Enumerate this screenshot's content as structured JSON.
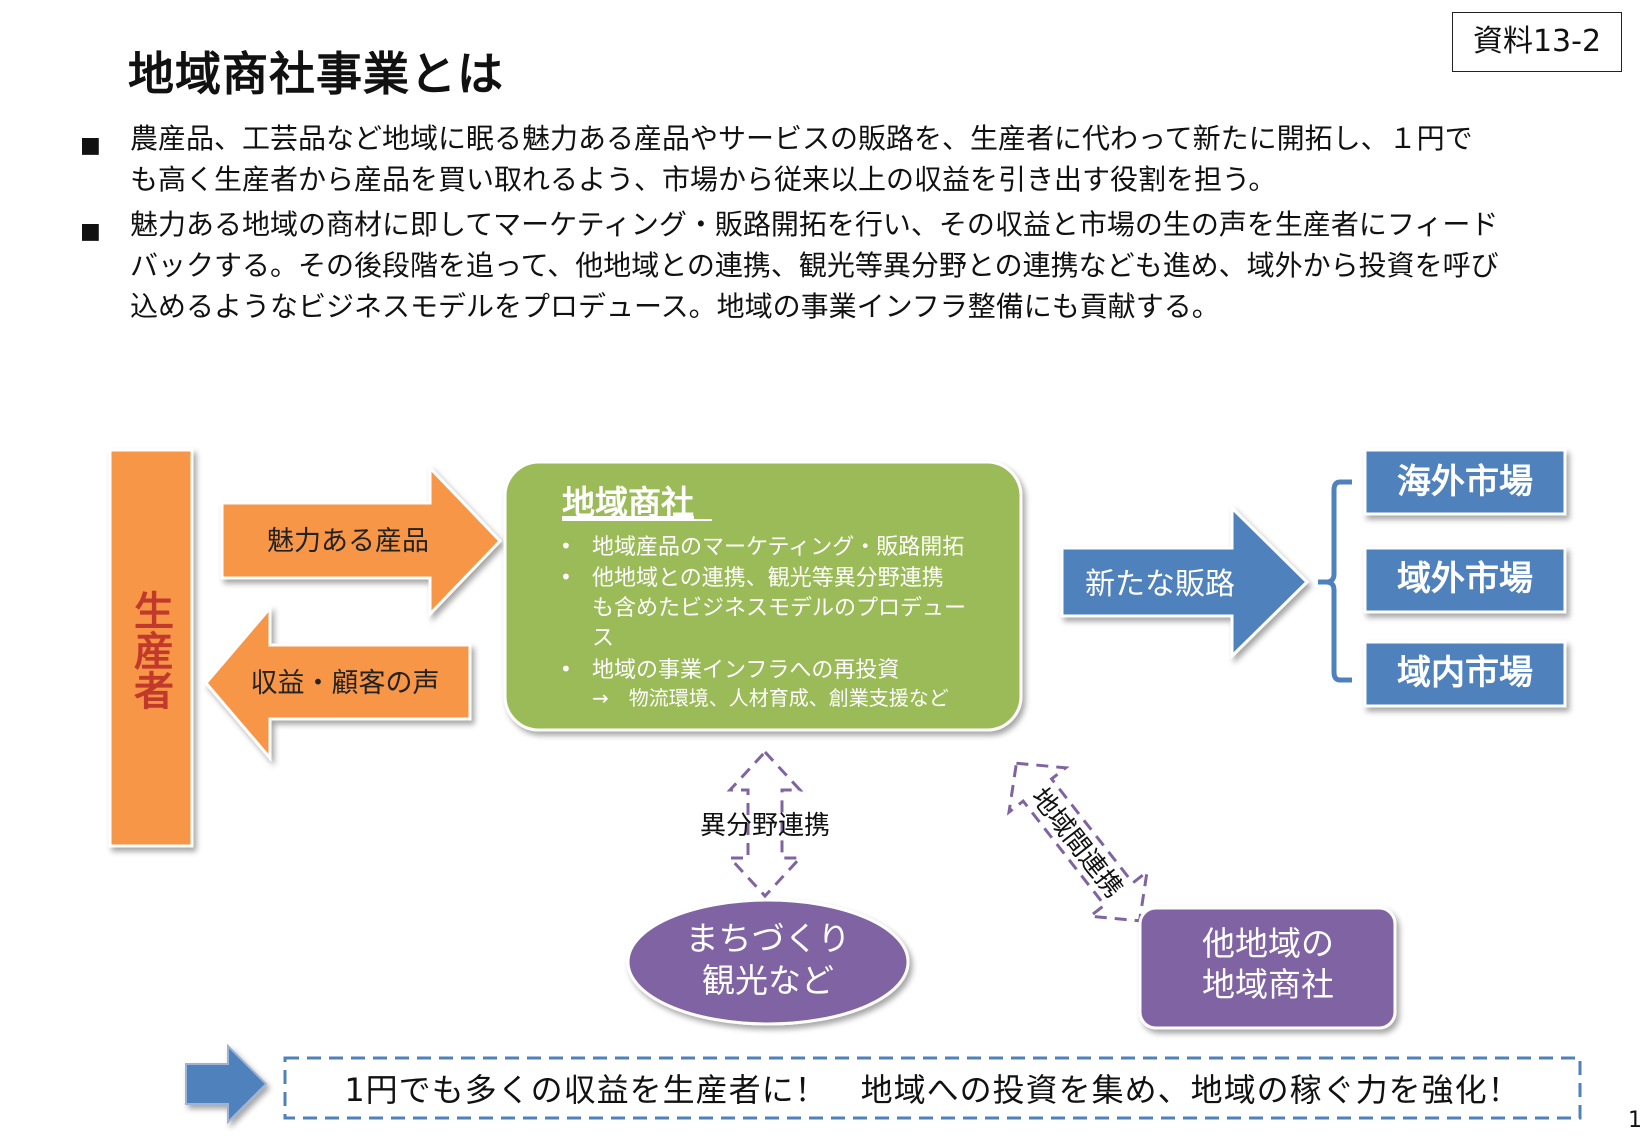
{
  "doc_id": "資料13-2",
  "title": "地域商社事業とは",
  "bullets": [
    {
      "line1": "農産品、工芸品など地域に眠る魅力ある産品やサービスの販路を、生産者に代わって新たに開拓し、１円で",
      "line2": "も高く生産者から産品を買い取れるよう、市場から従来以上の収益を引き出す役割を担う。"
    },
    {
      "line1": "魅力ある地域の商材に即してマーケティング・販路開拓を行い、その収益と市場の生の声を生産者にフィード",
      "line2": "バックする。その後段階を追って、他地域との連携、観光等異分野との連携なども進め、域外から投資を呼び",
      "line3": "込めるようなビジネスモデルをプロデュース。地域の事業インフラ整備にも貢献する。"
    }
  ],
  "diagram": {
    "producer": "生産者",
    "arrow_to_company": "魅力ある産品",
    "arrow_to_producer": "収益・顧客の声",
    "company": {
      "title": "地域商社",
      "items": [
        "地域産品のマーケティング・販路開拓",
        "他地域との連携、観光等異分野連携",
        "も含めたビジネスモデルのプロデュー",
        "ス",
        "地域の事業インフラへの再投資",
        "→　物流環境、人材育成、創業支援など"
      ]
    },
    "new_channel": "新たな販路",
    "markets": [
      "海外市場",
      "域外市場",
      "域内市場"
    ],
    "cross_field_link": "異分野連携",
    "inter_region_link": "地域間連携",
    "town_tourism": {
      "line1": "まちづくり",
      "line2": "観光など"
    },
    "other_region_company": {
      "line1": "他地域の",
      "line2": "地域商社"
    },
    "colors": {
      "producer_orange": "#f79646",
      "company_green": "#9bbb59",
      "market_blue": "#4f81bd",
      "purple": "#8064a2",
      "producer_text_red": "#c0392b"
    }
  },
  "footer": "1円でも多くの収益を生産者に！　地域への投資を集め、地域の稼ぐ力を強化！",
  "page_number": "1"
}
